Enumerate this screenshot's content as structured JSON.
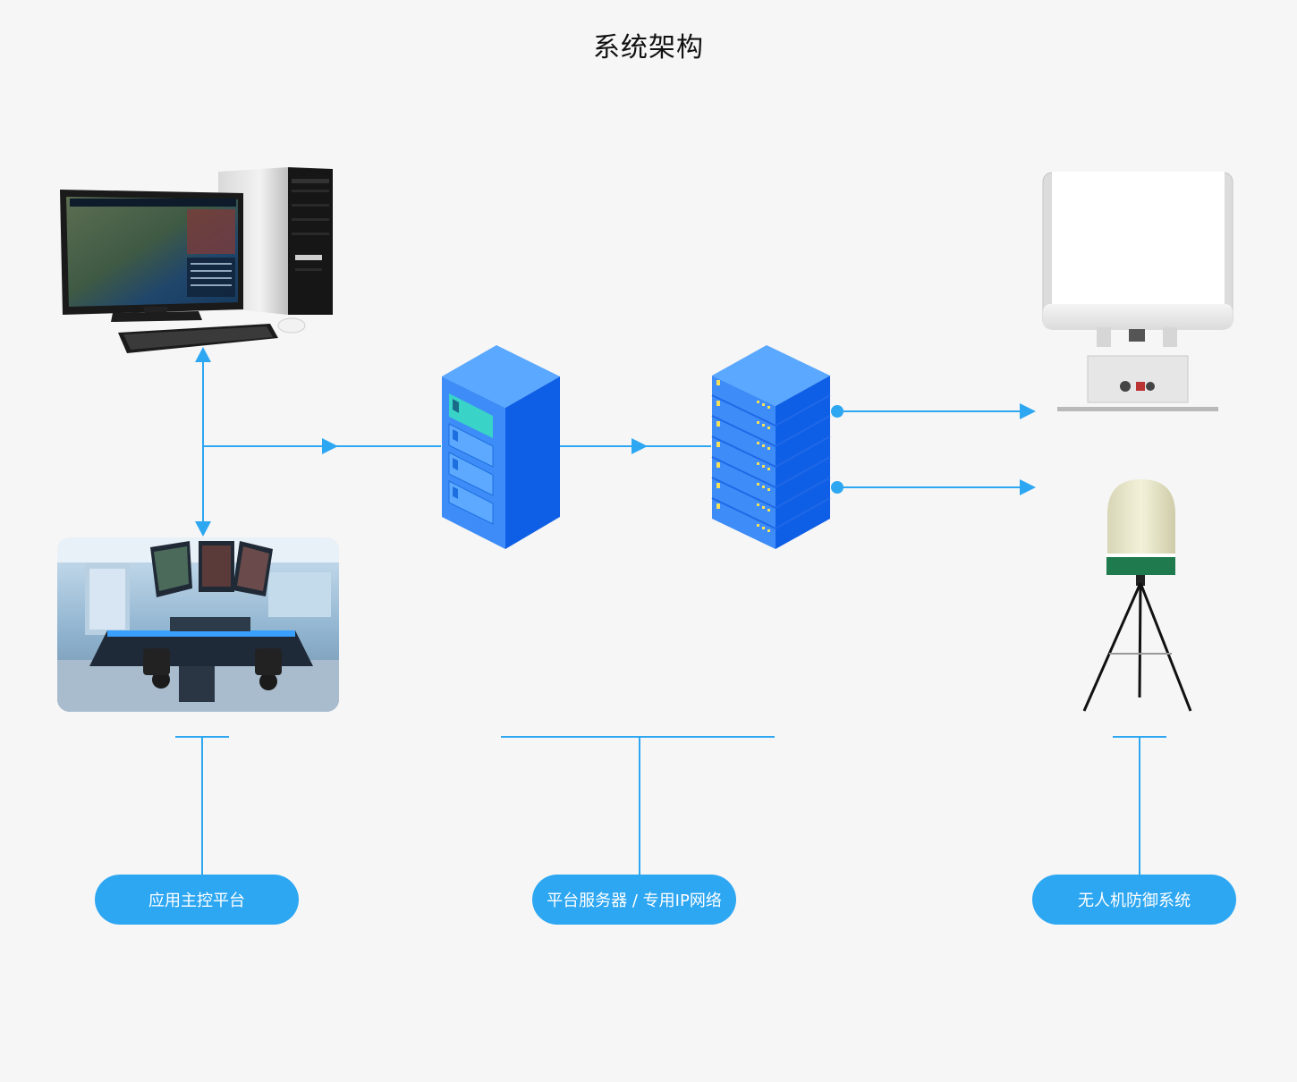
{
  "title": "系统架构",
  "labels": {
    "control_platform": "应用主控平台",
    "server_network": "平台服务器 / 专用IP网络",
    "defense_system": "无人机防御系统"
  },
  "colors": {
    "connector": "#2ea7f2",
    "pill": "#2ea7f2",
    "server_blue": "#1a6cf5",
    "background": "#f6f6f6"
  }
}
